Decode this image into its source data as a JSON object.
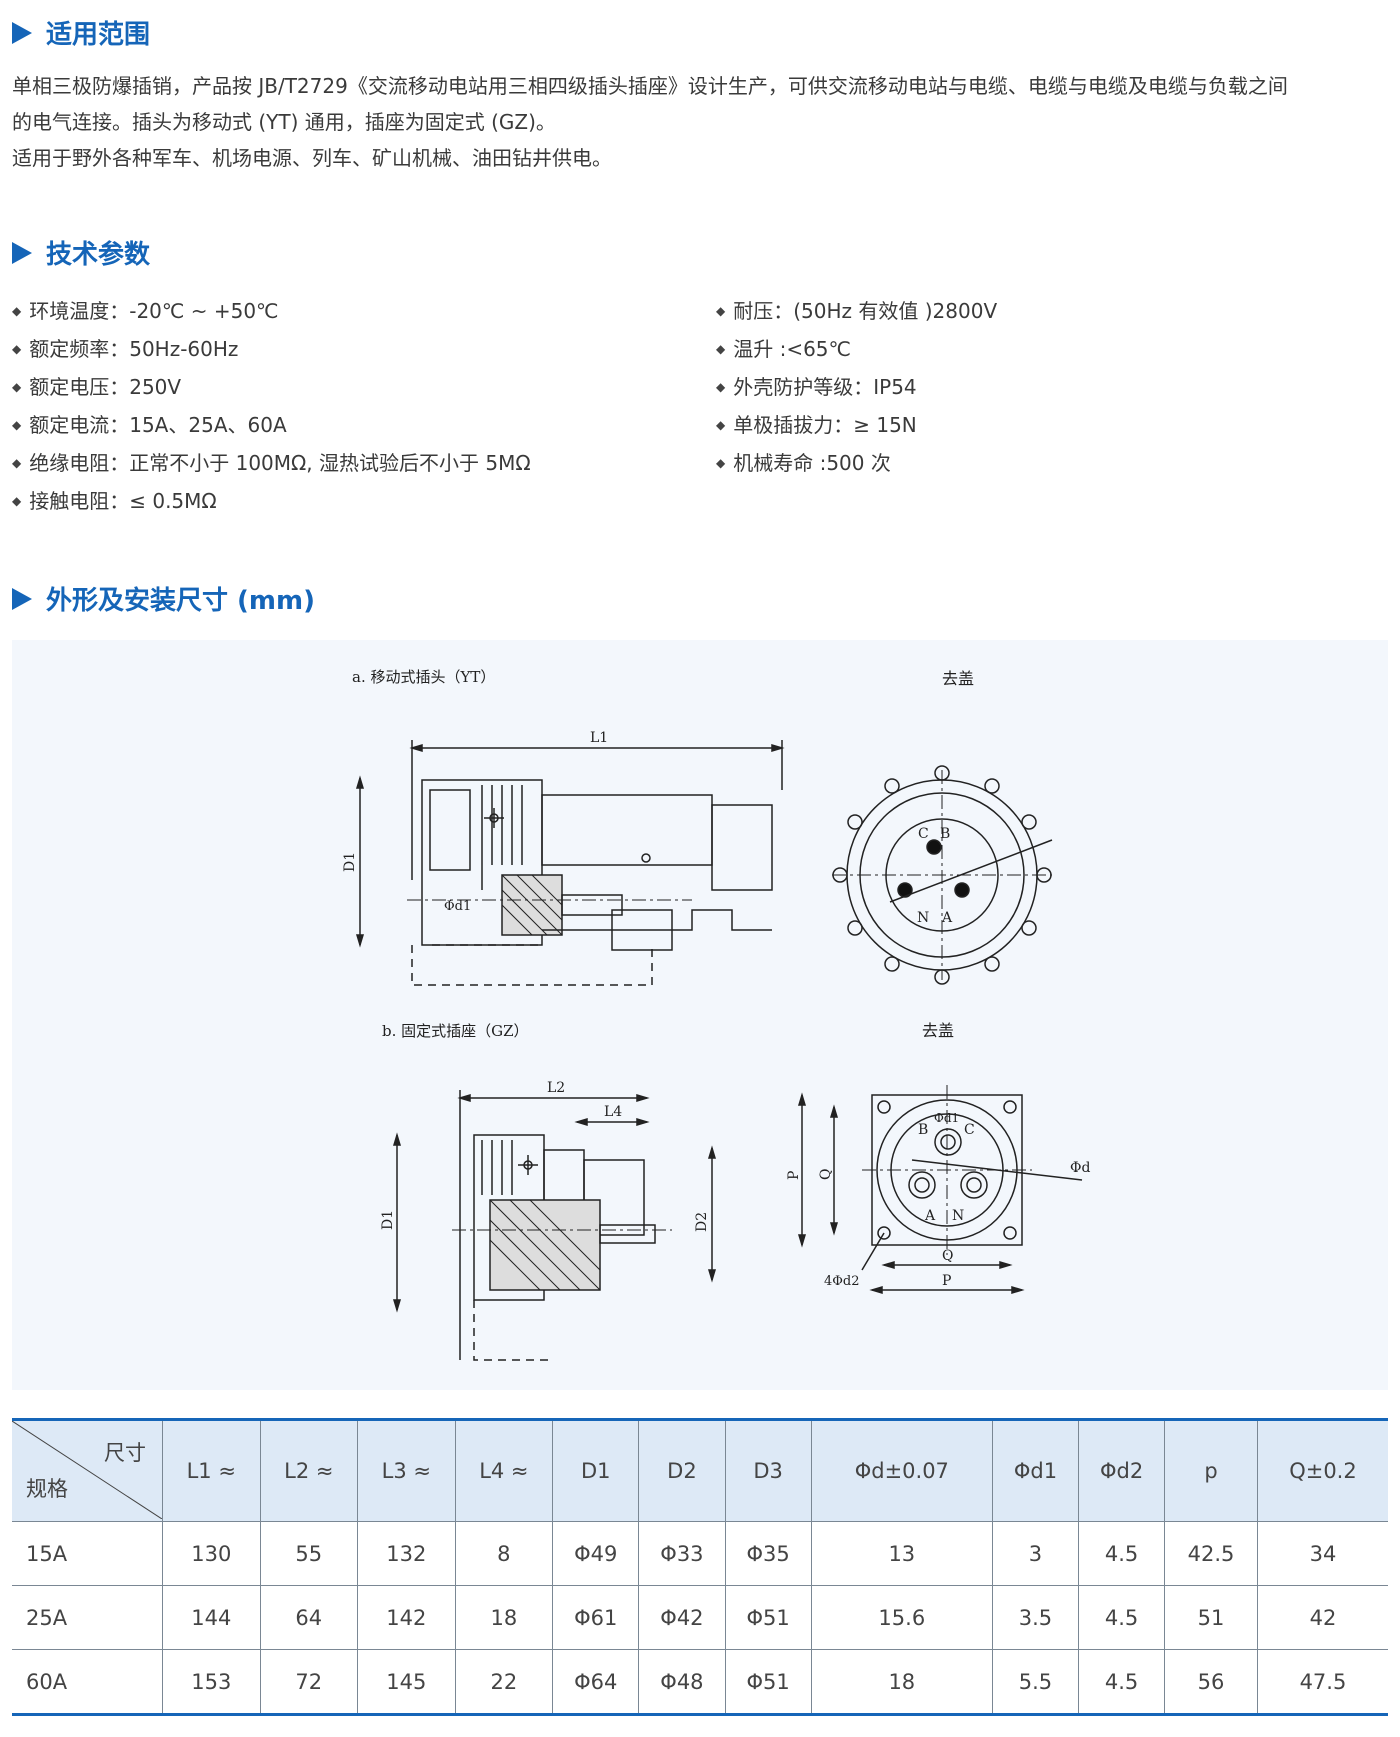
{
  "sections": {
    "scope_title": "适用范围",
    "params_title": "技术参数",
    "dims_title": "外形及安装尺寸 (mm)"
  },
  "scope": {
    "line1": "单相三极防爆插销，产品按 JB/T2729《交流移动电站用三相四级插头插座》设计生产，可供交流移动电站与电缆、电缆与电缆及电缆与负载之间",
    "line2": "的电气连接。插头为移动式 (YT) 通用，插座为固定式 (GZ)。",
    "line3": "适用于野外各种军车、机场电源、列车、矿山机械、油田钻井供电。"
  },
  "params_left": [
    "环境温度：-20℃ ~ +50℃",
    "额定频率：50Hz-60Hz",
    "额定电压：250V",
    "额定电流：15A、25A、60A",
    "绝缘电阻：正常不小于 100MΩ, 湿热试验后不小于 5MΩ",
    "接触电阻：≤ 0.5MΩ"
  ],
  "params_right": [
    "耐压：(50Hz 有效值 )2800V",
    "温升 :<65℃",
    "外壳防护等级：IP54",
    "单极插拔力：≥ 15N",
    "机械寿命 :500 次"
  ],
  "drawings": {
    "a_title": "a. 移动式插头（YT）",
    "a_cover": "去盖",
    "b_title": "b. 固定式插座（GZ）",
    "b_cover": "去盖",
    "labels": {
      "L1": "L1",
      "L2": "L2",
      "L4": "L4",
      "D1": "D1",
      "D2": "D2",
      "phi_d1": "Φd1",
      "phi_d": "Φd",
      "four_phi_d2": "4Φd2",
      "P": "P",
      "Q": "Q",
      "A": "A",
      "B": "B",
      "C": "C",
      "N": "N"
    }
  },
  "table": {
    "corner_top": "尺寸",
    "corner_bottom": "规格",
    "headers": [
      "L1 ≈",
      "L2 ≈",
      "L3 ≈",
      "L4 ≈",
      "D1",
      "D2",
      "D3",
      "Φd±0.07",
      "Φd1",
      "Φd2",
      "p",
      "Q±0.2"
    ],
    "rows": [
      {
        "spec": "15A",
        "values": [
          "130",
          "55",
          "132",
          "8",
          "Φ49",
          "Φ33",
          "Φ35",
          "13",
          "3",
          "4.5",
          "42.5",
          "34"
        ]
      },
      {
        "spec": "25A",
        "values": [
          "144",
          "64",
          "142",
          "18",
          "Φ61",
          "Φ42",
          "Φ51",
          "15.6",
          "3.5",
          "4.5",
          "51",
          "42"
        ]
      },
      {
        "spec": "60A",
        "values": [
          "153",
          "72",
          "145",
          "22",
          "Φ64",
          "Φ48",
          "Φ51",
          "18",
          "5.5",
          "4.5",
          "56",
          "47.5"
        ]
      }
    ]
  },
  "colors": {
    "accent": "#1565b8",
    "header_bg": "#dde9f6",
    "panel_bg": "#f3f7fc"
  }
}
